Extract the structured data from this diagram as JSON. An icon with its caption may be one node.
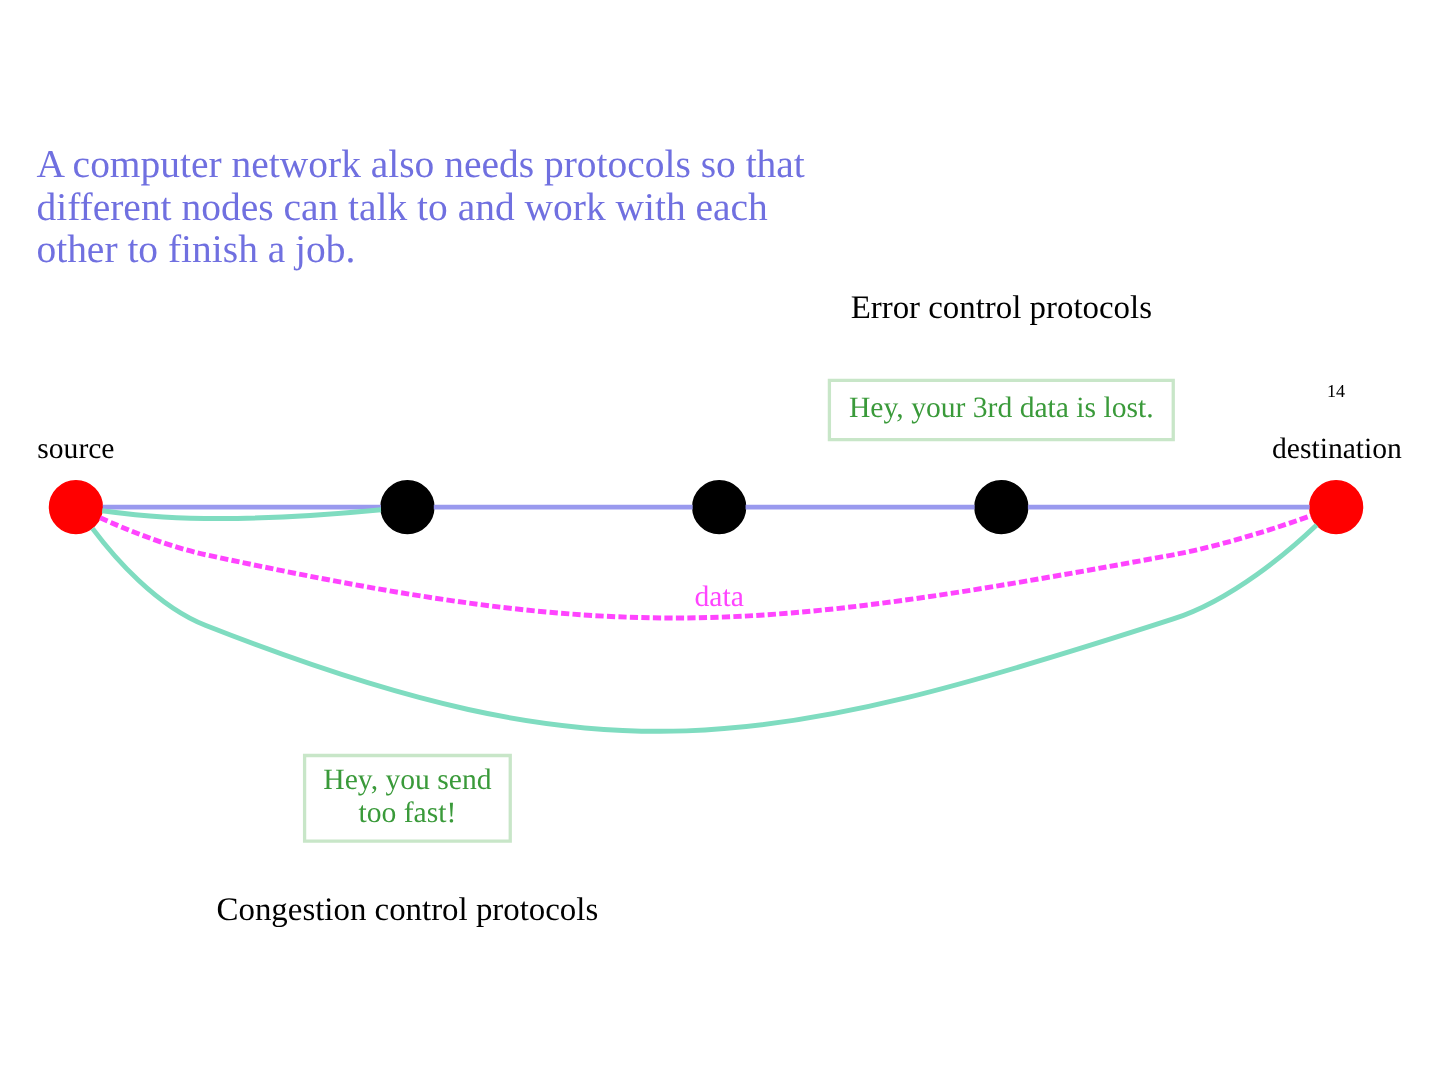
{
  "diagram": {
    "title": "A computer network also needs protocols so that different nodes can talk to and work with each other to finish a job.",
    "nodes": [
      {
        "text": [],
        "shape": "circle",
        "beside": [
          "source"
        ]
      },
      {
        "text": [],
        "shape": "circle"
      },
      {
        "text": [],
        "shape": "circle"
      },
      {
        "text": [],
        "shape": "circle"
      },
      {
        "text": [],
        "shape": "circle",
        "beside": [
          "destination"
        ]
      },
      {
        "text": [
          "Hey, your 3rd data is lost."
        ]
      },
      {
        "text": [
          "Hey, you send too fast!"
        ]
      }
    ],
    "edges": [
      {
        "from": 0,
        "to": 1,
        "arrow": "none"
      },
      {
        "from": 1,
        "to": 2,
        "arrow": "none"
      },
      {
        "from": 2,
        "to": 3,
        "arrow": "none"
      },
      {
        "from": 3,
        "to": 4,
        "arrow": "none"
      },
      {
        "from": 0,
        "to": 4,
        "arrow": "none",
        "label": "data",
        "style": "dashed",
        "color": "#ff44ff"
      },
      {
        "from": 4,
        "to": 0,
        "arrow": "none",
        "color": "#7fdcc0"
      },
      {
        "from": 1,
        "to": 0,
        "arrow": "none",
        "color": "#7fdcc0"
      }
    ],
    "labels": [
      "Error control protocols",
      "Congestion control protocols",
      "14"
    ]
  }
}
